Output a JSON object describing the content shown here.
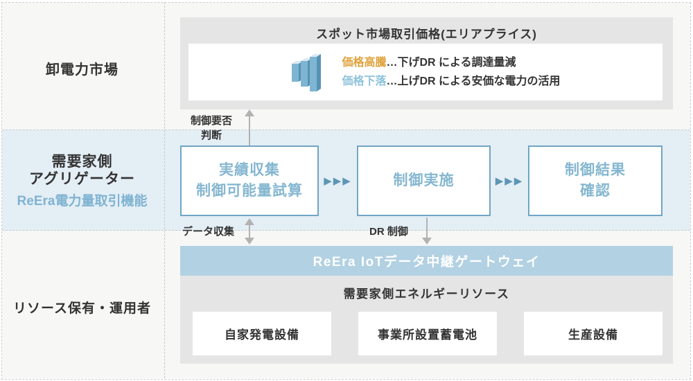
{
  "colors": {
    "row_tint_blue": "#e4eef5",
    "panel_gray": "#e5e5e5",
    "gateway_blue": "#b2d1e3",
    "accent_blue": "#5d96b5",
    "box_border_blue": "#6fa6c4",
    "box_text_blue": "#85b7d0",
    "reera_label_blue": "#7fb3d1",
    "price_up_orange": "#dfa23c",
    "price_down_blue": "#8ec3da",
    "text_dark": "#333333",
    "arrow_gray": "#b2b2b2"
  },
  "sidebar": {
    "row1": {
      "label": "卸電力市場"
    },
    "row2": {
      "line1": "需要家側",
      "line2": "アグリゲーター",
      "sublabel": "ReEra電力量取引機能"
    },
    "row3": {
      "label": "リソース保有・運用者"
    }
  },
  "market": {
    "title": "スポット市場取引価格(エリアプライス)",
    "icon": "bar-chart-icon",
    "lines": [
      {
        "term": "価格高騰",
        "rest": "…下げDR による調達量減"
      },
      {
        "term": "価格下落",
        "rest": "…上げDR による安価な電力の活用"
      }
    ]
  },
  "connectors": {
    "control_decision": {
      "line1": "制御要否",
      "line2": "判断"
    },
    "data_collection": {
      "label": "データ収集"
    },
    "dr_control": {
      "label": "DR 制御"
    }
  },
  "flow": {
    "arrow_glyph": "▶▶▶",
    "steps": [
      {
        "line1": "実績収集",
        "line2": "制御可能量試算"
      },
      {
        "line1": "制御実施",
        "line2": ""
      },
      {
        "line1": "制御結果",
        "line2": "確認"
      }
    ]
  },
  "gateway": {
    "title": "ReEra IoTデータ中継ゲートウェイ"
  },
  "resources": {
    "title": "需要家側エネルギーリソース",
    "items": [
      "自家発電設備",
      "事業所設置蓄電池",
      "生産設備"
    ]
  }
}
